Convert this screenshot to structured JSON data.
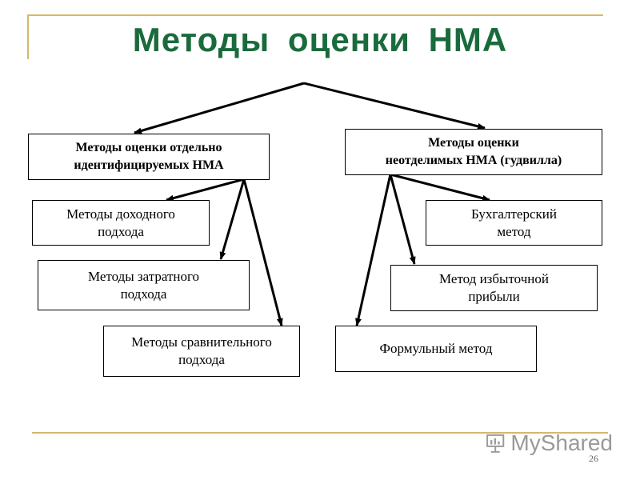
{
  "title": "Методы  оценки  НМА",
  "boxes": {
    "left_main": "Методы оценки отдельно\nидентифицируемых НМА",
    "right_main": "Методы оценки\nнеотделимых НМА (гудвилла)",
    "income": "Методы доходного\nподхода",
    "cost": "Методы затратного\nподхода",
    "comparative": "Методы сравнительного\nподхода",
    "accounting": "Бухгалтерский\nметод",
    "excess_profit": "Метод избыточной\nприбыли",
    "formula": "Формульный метод"
  },
  "logo": {
    "text": "MyShared",
    "icon": "presentation-board-icon"
  },
  "page_number": "26",
  "colors": {
    "title": "#1a6b3c",
    "accent_lines": "#d4b86a",
    "logo": "#9a9a9a"
  }
}
